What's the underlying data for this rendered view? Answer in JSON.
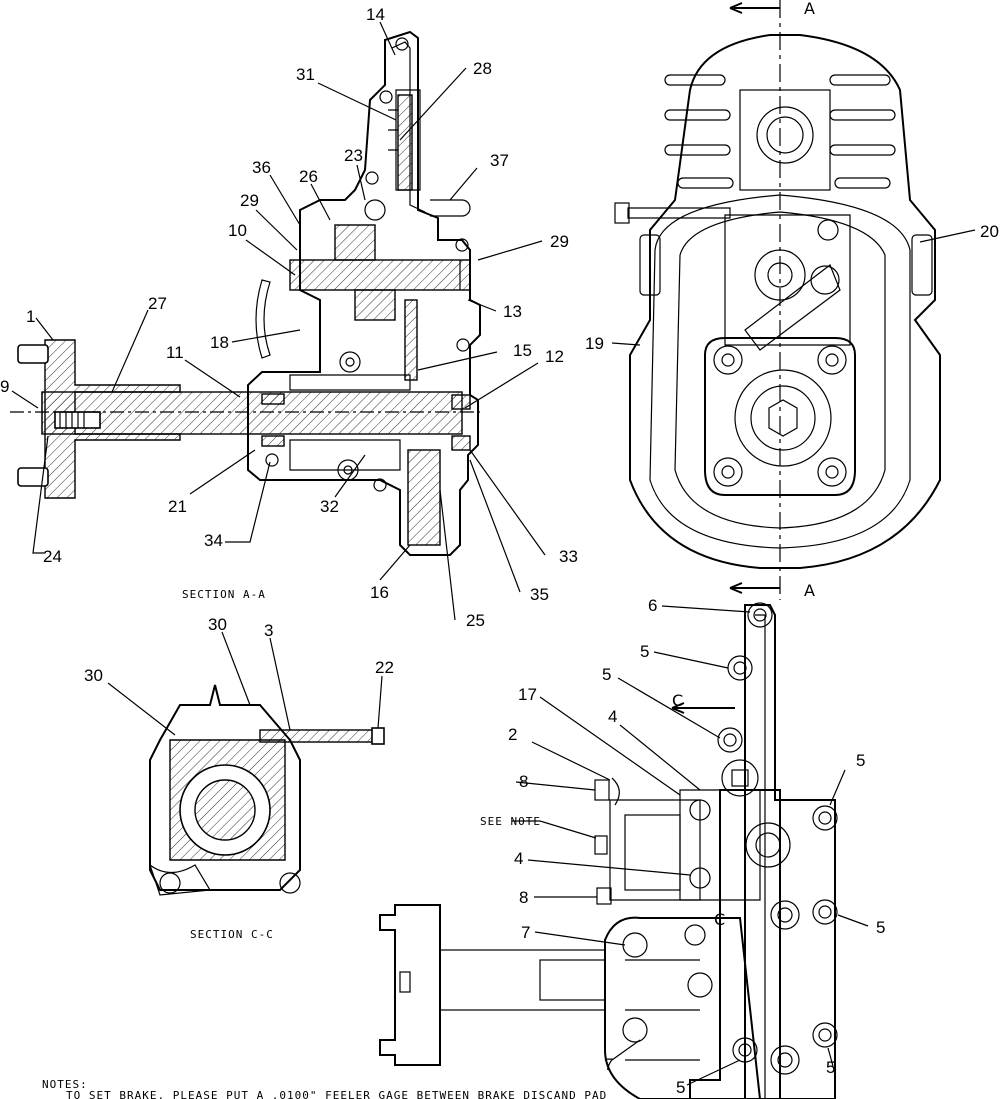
{
  "callouts": [
    {
      "id": "c14",
      "text": "14"
    },
    {
      "id": "c31",
      "text": "31"
    },
    {
      "id": "c28",
      "text": "28"
    },
    {
      "id": "c23",
      "text": "23"
    },
    {
      "id": "c37",
      "text": "37"
    },
    {
      "id": "c36",
      "text": "36"
    },
    {
      "id": "c26",
      "text": "26"
    },
    {
      "id": "c29a",
      "text": "29"
    },
    {
      "id": "c29b",
      "text": "29"
    },
    {
      "id": "c10",
      "text": "10"
    },
    {
      "id": "c27",
      "text": "27"
    },
    {
      "id": "c1",
      "text": "1"
    },
    {
      "id": "c13",
      "text": "13"
    },
    {
      "id": "c18",
      "text": "18"
    },
    {
      "id": "c11",
      "text": "11"
    },
    {
      "id": "c15",
      "text": "15"
    },
    {
      "id": "c12",
      "text": "12"
    },
    {
      "id": "c9",
      "text": "9"
    },
    {
      "id": "c21",
      "text": "21"
    },
    {
      "id": "c32",
      "text": "32"
    },
    {
      "id": "c34",
      "text": "34"
    },
    {
      "id": "c24",
      "text": "24"
    },
    {
      "id": "c33",
      "text": "33"
    },
    {
      "id": "c16",
      "text": "16"
    },
    {
      "id": "c35",
      "text": "35"
    },
    {
      "id": "c25",
      "text": "25"
    },
    {
      "id": "c20",
      "text": "20"
    },
    {
      "id": "c19",
      "text": "19"
    },
    {
      "id": "c6",
      "text": "6"
    },
    {
      "id": "c5a",
      "text": "5"
    },
    {
      "id": "c5b",
      "text": "5"
    },
    {
      "id": "c17",
      "text": "17"
    },
    {
      "id": "c4a",
      "text": "4"
    },
    {
      "id": "c2",
      "text": "2"
    },
    {
      "id": "c8a",
      "text": "8"
    },
    {
      "id": "c5c",
      "text": "5"
    },
    {
      "id": "c4b",
      "text": "4"
    },
    {
      "id": "c8b",
      "text": "8"
    },
    {
      "id": "c5d",
      "text": "5"
    },
    {
      "id": "c7a",
      "text": "7"
    },
    {
      "id": "c7b",
      "text": "7"
    },
    {
      "id": "c5e",
      "text": "5"
    },
    {
      "id": "c5f",
      "text": "5"
    },
    {
      "id": "c30a",
      "text": "30"
    },
    {
      "id": "c30b",
      "text": "30"
    },
    {
      "id": "c3",
      "text": "3"
    },
    {
      "id": "c22",
      "text": "22"
    }
  ],
  "section_labels": {
    "section_a": "SECTION A-A",
    "section_c": "SECTION C-C",
    "see_note": "SEE NOTE"
  },
  "markers": {
    "a_top": "A",
    "a_bottom": "A",
    "c_upper": "C",
    "c_lower": "C"
  },
  "notes": {
    "heading": "NOTES:",
    "line1": "TO SET BRAKE, PLEASE PUT A .0100\" FEELER GAGE BETWEEN BRAKE DISCAND PAD"
  }
}
